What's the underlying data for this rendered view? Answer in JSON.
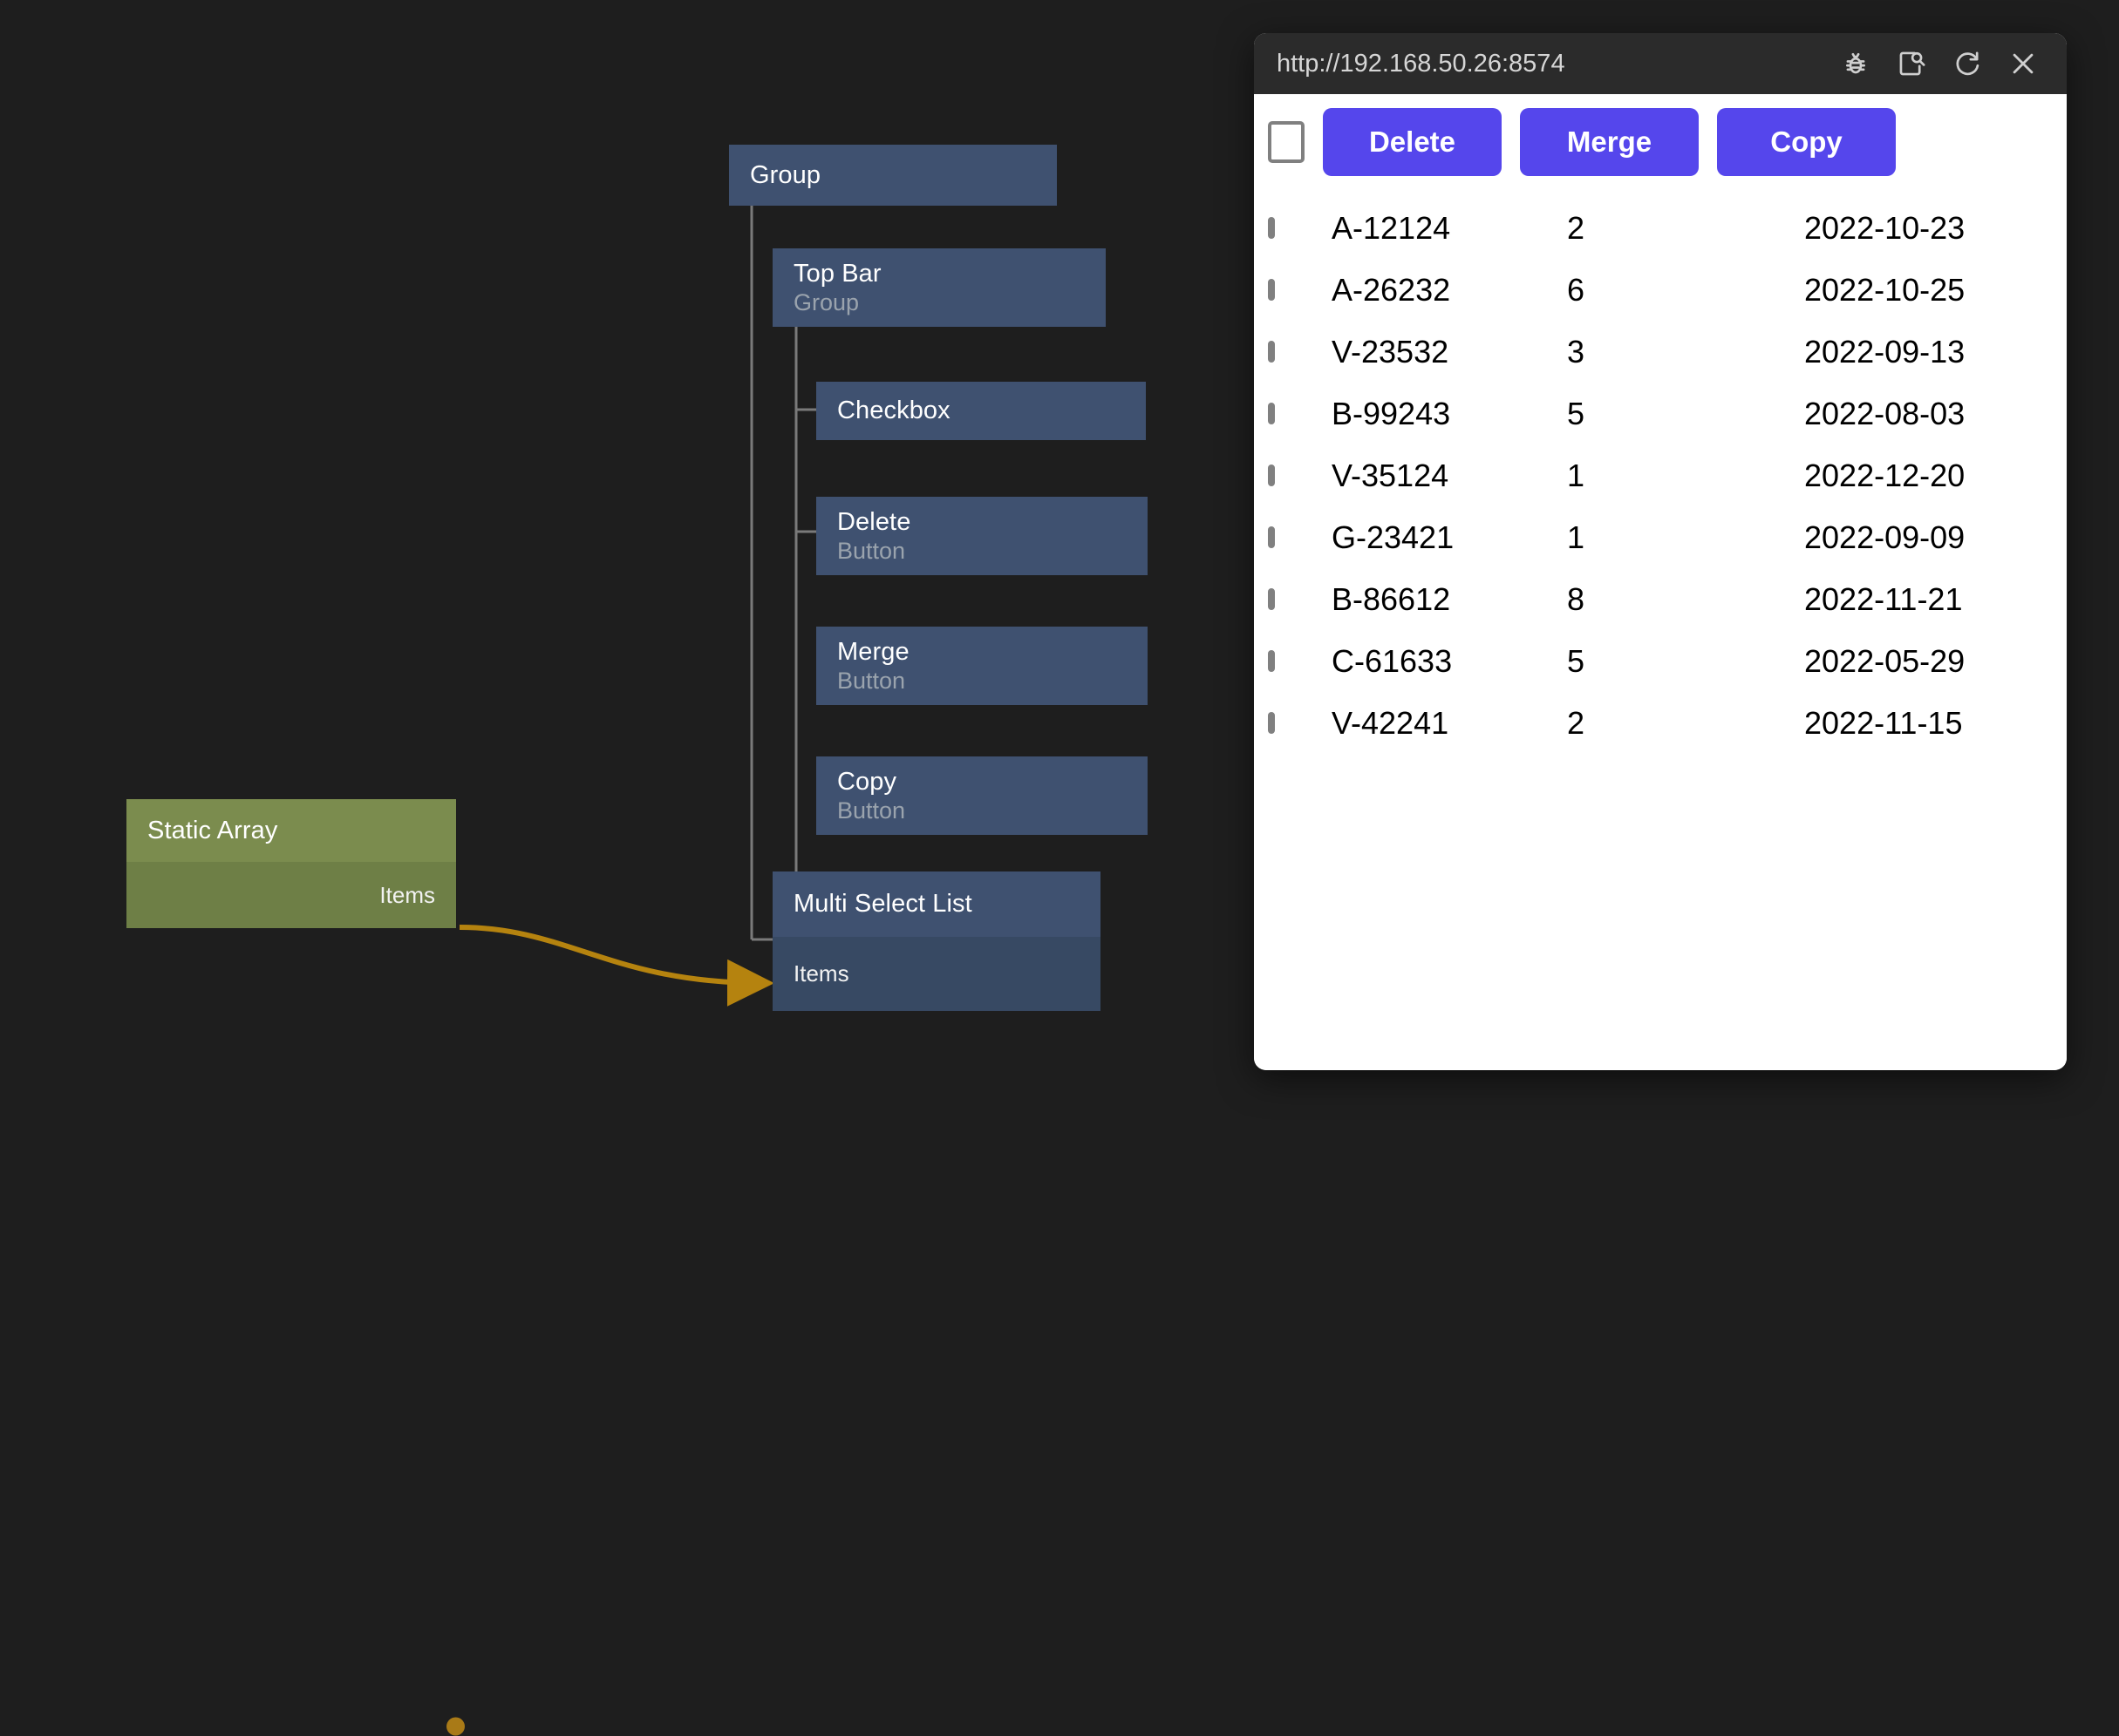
{
  "canvas": {
    "background_color": "#1e1e1e",
    "nodes": [
      {
        "id": "group",
        "title": "Group",
        "subtitle": "",
        "port": ""
      },
      {
        "id": "topbar",
        "title": "Top Bar",
        "subtitle": "Group",
        "port": ""
      },
      {
        "id": "chk",
        "title": "Checkbox",
        "subtitle": "",
        "port": ""
      },
      {
        "id": "del",
        "title": "Delete",
        "subtitle": "Button",
        "port": ""
      },
      {
        "id": "mrg",
        "title": "Merge",
        "subtitle": "Button",
        "port": ""
      },
      {
        "id": "cpy",
        "title": "Copy",
        "subtitle": "Button",
        "port": ""
      },
      {
        "id": "msl",
        "title": "Multi Select List",
        "subtitle": "",
        "port": "Items"
      },
      {
        "id": "array",
        "title": "Static Array",
        "subtitle": "",
        "port": "Items"
      }
    ],
    "edge": {
      "from_node": "array",
      "from_port": "Items",
      "to_node": "msl",
      "to_port": "Items",
      "color": "#b5830f"
    },
    "colors": {
      "node_header_blue": "#3f5170",
      "node_body_blue": "#374963",
      "node_header_green": "#7b8c4e",
      "node_body_green": "#6e7f46",
      "tree_link": "#7a7a7a",
      "port_dot": "#a97a17"
    }
  },
  "preview": {
    "url": "http://192.168.50.26:8574",
    "titlebar_icons": [
      {
        "name": "bug-icon",
        "label": "Debug"
      },
      {
        "name": "inspect-icon",
        "label": "Inspect"
      },
      {
        "name": "reload-icon",
        "label": "Reload"
      },
      {
        "name": "close-icon",
        "label": "Close"
      }
    ],
    "accent_color": "#5546ec",
    "toolbar": {
      "select_all_checked": false,
      "buttons": [
        {
          "label": "Delete"
        },
        {
          "label": "Merge"
        },
        {
          "label": "Copy"
        }
      ]
    },
    "table": {
      "rows": [
        {
          "checked": false,
          "id": "A-12124",
          "qty": "2",
          "date": "2022-10-23"
        },
        {
          "checked": false,
          "id": "A-26232",
          "qty": "6",
          "date": "2022-10-25"
        },
        {
          "checked": false,
          "id": "V-23532",
          "qty": "3",
          "date": "2022-09-13"
        },
        {
          "checked": false,
          "id": "B-99243",
          "qty": "5",
          "date": "2022-08-03"
        },
        {
          "checked": false,
          "id": "V-35124",
          "qty": "1",
          "date": "2022-12-20"
        },
        {
          "checked": false,
          "id": "G-23421",
          "qty": "1",
          "date": "2022-09-09"
        },
        {
          "checked": false,
          "id": "B-86612",
          "qty": "8",
          "date": "2022-11-21"
        },
        {
          "checked": false,
          "id": "C-61633",
          "qty": "5",
          "date": "2022-05-29"
        },
        {
          "checked": false,
          "id": "V-42241",
          "qty": "2",
          "date": "2022-11-15"
        }
      ]
    }
  }
}
